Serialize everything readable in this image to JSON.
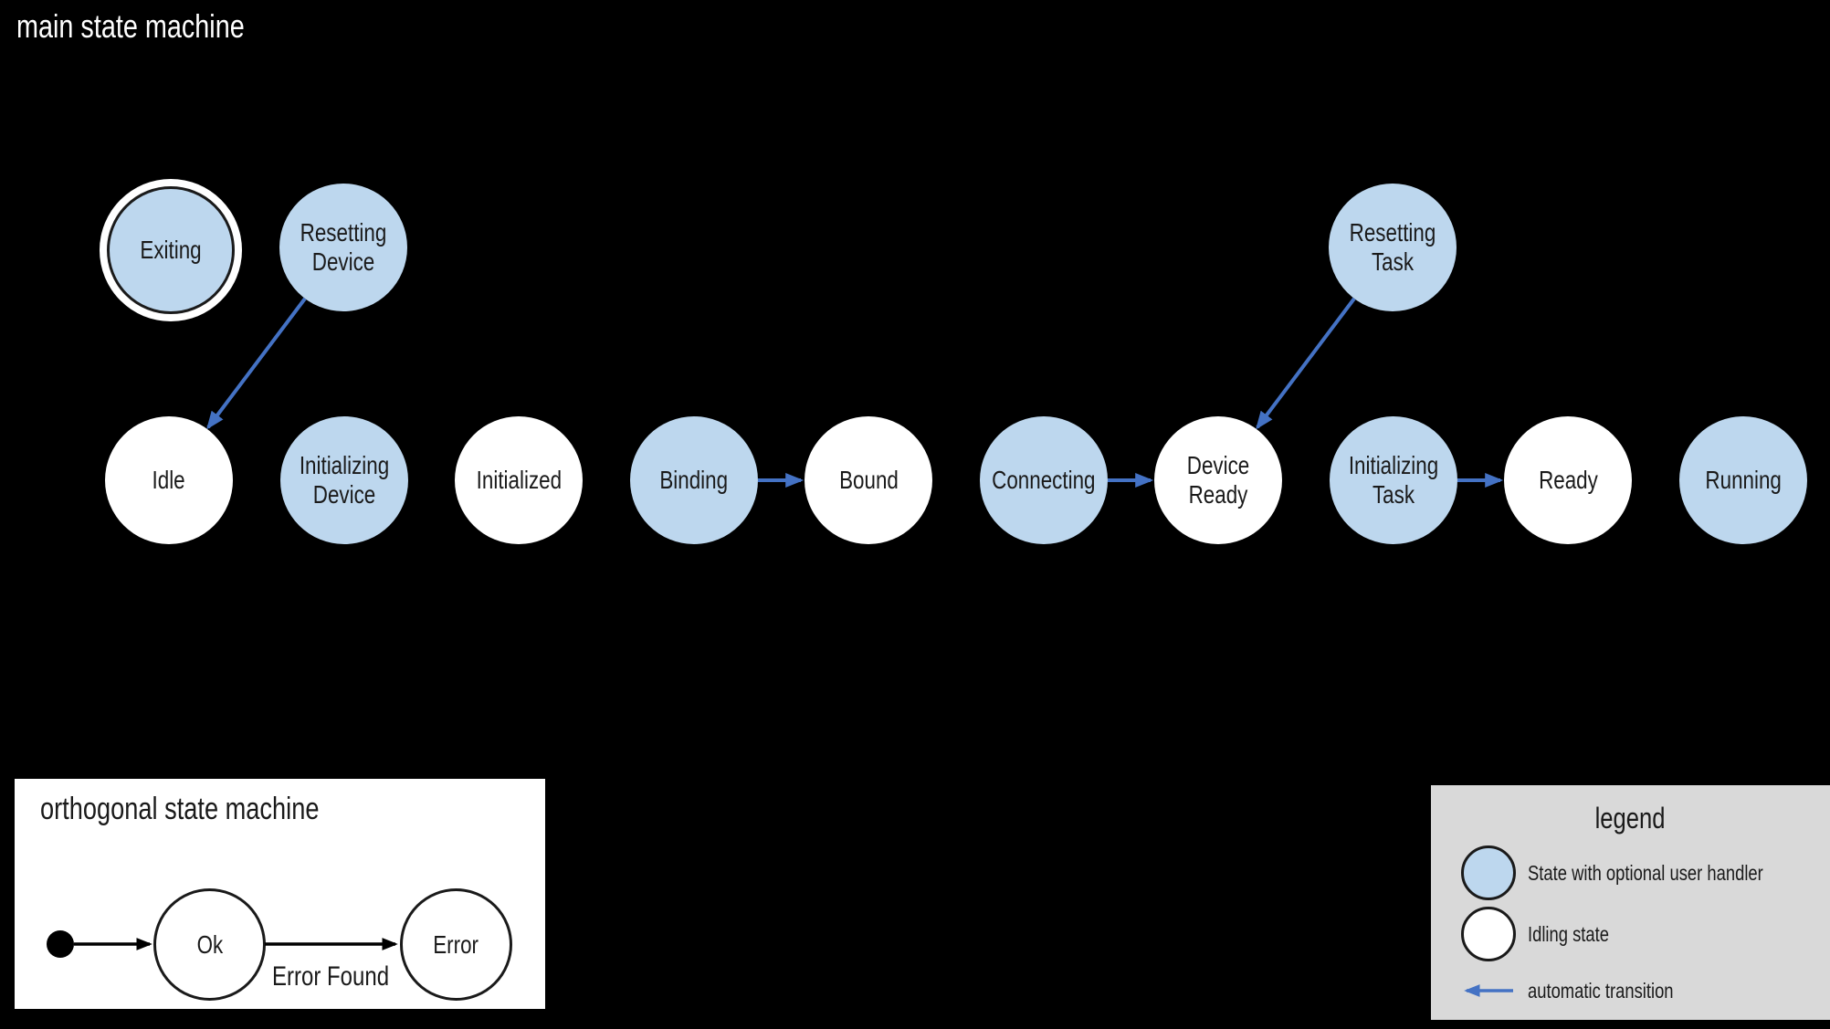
{
  "title": "main state machine",
  "colors": {
    "background": "#000000",
    "handler_state_fill": "#BDD7EE",
    "idling_state_fill": "#FFFFFF",
    "transition_blue": "#4472C4",
    "legend_background": "#D9D9D9"
  },
  "main_machine": {
    "title": "main state machine",
    "top_row": [
      {
        "label": "Exiting",
        "type": "handler",
        "final": true
      },
      {
        "label": "Resetting Device",
        "type": "handler"
      },
      {
        "label": "Resetting Task",
        "type": "handler"
      }
    ],
    "main_row": [
      {
        "label": "Idle",
        "type": "idling"
      },
      {
        "label": "Initializing Device",
        "type": "handler"
      },
      {
        "label": "Initialized",
        "type": "idling"
      },
      {
        "label": "Binding",
        "type": "handler"
      },
      {
        "label": "Bound",
        "type": "idling"
      },
      {
        "label": "Connecting",
        "type": "handler"
      },
      {
        "label": "Device Ready",
        "type": "idling"
      },
      {
        "label": "Initializing Task",
        "type": "handler"
      },
      {
        "label": "Ready",
        "type": "idling"
      },
      {
        "label": "Running",
        "type": "handler"
      }
    ],
    "transitions": [
      {
        "from": "Resetting Device",
        "to": "Idle",
        "kind": "automatic"
      },
      {
        "from": "Binding",
        "to": "Bound",
        "kind": "automatic"
      },
      {
        "from": "Connecting",
        "to": "Device Ready",
        "kind": "automatic"
      },
      {
        "from": "Resetting Task",
        "to": "Device Ready",
        "kind": "automatic"
      },
      {
        "from": "Initializing Task",
        "to": "Ready",
        "kind": "automatic"
      }
    ]
  },
  "orthogonal_machine": {
    "title": "orthogonal state machine",
    "states": [
      {
        "label": "Ok"
      },
      {
        "label": "Error"
      }
    ],
    "transitions": [
      {
        "from": "initial",
        "to": "Ok",
        "label": ""
      },
      {
        "from": "Ok",
        "to": "Error",
        "label": "Error Found"
      }
    ],
    "transition_label": "Error Found"
  },
  "legend": {
    "title": "legend",
    "items": [
      {
        "swatch": "handler-state-circle",
        "label": "State with optional user handler"
      },
      {
        "swatch": "idling-state-circle",
        "label": "Idling state"
      },
      {
        "swatch": "automatic-transition-arrow",
        "label": "automatic transition"
      }
    ]
  }
}
